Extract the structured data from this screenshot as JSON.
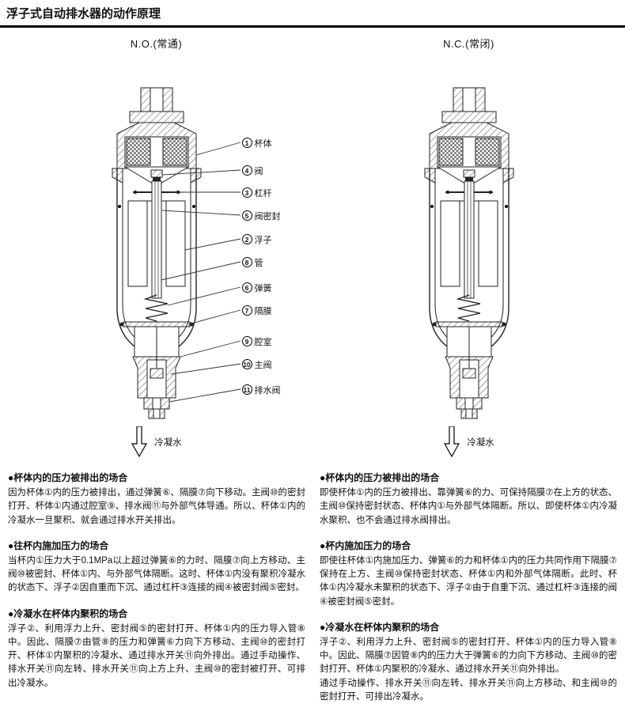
{
  "page": {
    "title": "浮子式自动排水器的动作原理"
  },
  "diagrams": {
    "left": {
      "label": "N.O.(常通)",
      "condensate_label": "冷凝水",
      "callouts": [
        {
          "num": "1",
          "label": "杯体"
        },
        {
          "num": "4",
          "label": "阀"
        },
        {
          "num": "3",
          "label": "杠杆"
        },
        {
          "num": "5",
          "label": "阀密封"
        },
        {
          "num": "2",
          "label": "浮子"
        },
        {
          "num": "8",
          "label": "管"
        },
        {
          "num": "6",
          "label": "弹簧"
        },
        {
          "num": "7",
          "label": "隔膜"
        },
        {
          "num": "9",
          "label": "腔室"
        },
        {
          "num": "10",
          "label": "主阀"
        },
        {
          "num": "11",
          "label": "排水阀"
        }
      ]
    },
    "right": {
      "label": "N.C.(常闭)",
      "condensate_label": "冷凝水"
    }
  },
  "sections": {
    "left": [
      {
        "heading": "●杯体内的压力被排出的场合",
        "body": "因为杯体①内的压力被排出，通过弹簧⑥、隔膜⑦向下移动。主阀⑩的密封打开、杯体①内通过腔室⑨、排水阀⑪与外部气体导通。所以、杯体①内的冷凝水一旦聚积、就会通过排水开关排出。"
      },
      {
        "heading": "●往杯内施加压力的场合",
        "body": "当杯内①压力大于0.1MPa以上超过弹簧⑥的力时、隔膜⑦向上方移动、主阀⑩被密封、杯体①内、与外部气体隔断。这时、杯体①内没有聚积冷凝水的状态下、浮子②因自重而下沉、通过杠杆③连接的阀④被密封阀⑤密封。"
      },
      {
        "heading": "●冷凝水在杯体内聚积的场合",
        "body": "浮子②、利用浮力上升、密封阀⑤的密封打开、杯体①内的压力导入管⑧中。因此、隔膜⑦由管⑧的压力和弹簧⑥力向下方移动、主阀⑩的密封打开、杯体①内聚积的冷凝水、通过排水开关⑪向外排出。通过手动操作、排水开关⑪向左转、排水开关⑪向上方上升、主阀⑩的密封被打开、可排出冷凝水。"
      }
    ],
    "right": [
      {
        "heading": "●杯体内的压力被排出的场合",
        "body": "即使杯体①内的压力被排出、靠弹簧⑥的力、可保持隔膜⑦在上方的状态、主阀⑩保持密封状态、杯体内①与外部气体隔断。所以、即使杯体①内冷凝水聚积、也不会通过排水阀排出。"
      },
      {
        "heading": "●杯内施加压力的场合",
        "body": "即使往杯体①内施加压力、弹簧⑥的力和杯体①内的压力共同作用下隔膜⑦保持在上方、主阀⑩保持密封状态、杯体①内和外部气体隔断。此时、杯体①内冷凝水未聚积的状态下、浮子②由于自重下沉、通过杠杆③连接的阀④被密封阀⑤密封。"
      },
      {
        "heading": "●冷凝水在杯体内聚积的场合",
        "body": "浮子②、利用浮力上升、密封阀⑤的密封打开、杯体①内的压力导入管⑧中。因此、隔膜⑦因管⑧内的压力大于弹簧⑥的力向下方移动、主阀⑩的密封打开、杯体①内聚积的冷凝水、通过排水开关⑪向外排出。\n通过手动操作、排水开关⑪向左转、排水开关⑪向上方移动、和主阀⑩的密封打开、可排出冷凝水。"
      }
    ]
  }
}
